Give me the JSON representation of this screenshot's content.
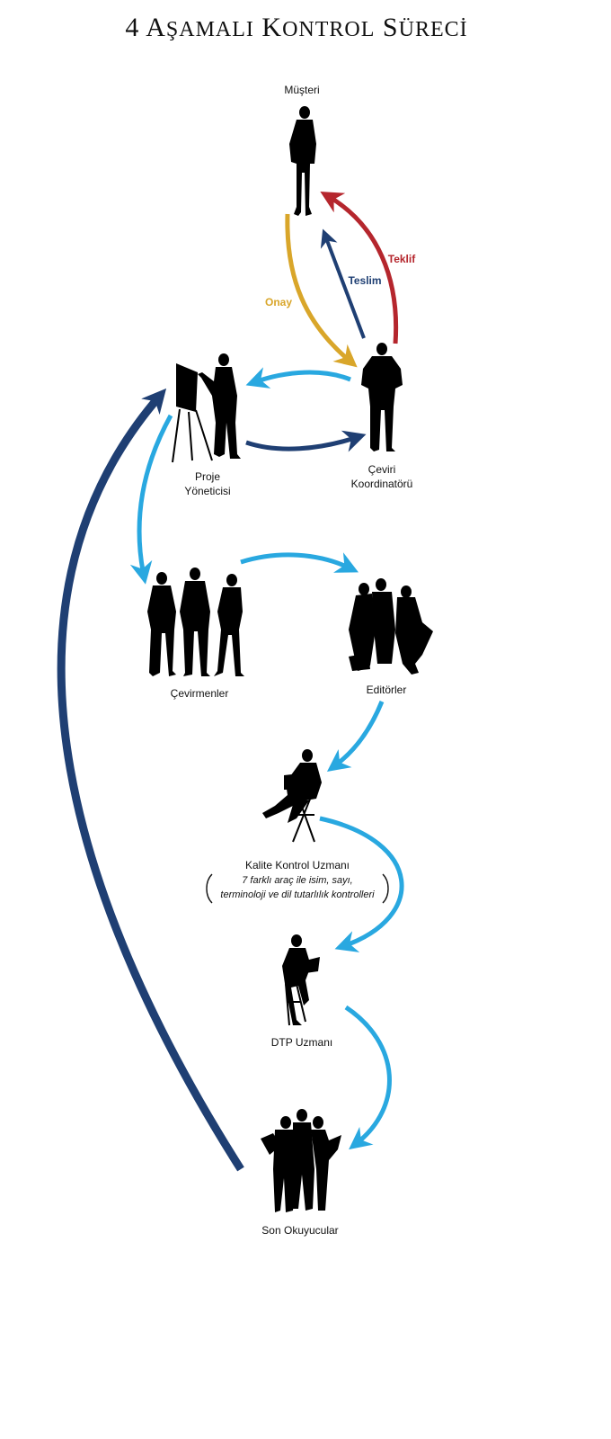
{
  "title": {
    "lead": "4 A",
    "rest1": "ŞAMALI",
    "k": " K",
    "rest2": "ONTROL",
    "s": " S",
    "rest3": "ÜRECİ"
  },
  "nodes": {
    "musteri": "Müşteri",
    "proje_line1": "Proje",
    "proje_line2": "Yöneticisi",
    "koordinator_line1": "Çeviri",
    "koordinator_line2": "Koordinatörü",
    "cevirmenler": "Çevirmenler",
    "editorler": "Editörler",
    "kalite": "Kalite Kontrol Uzmanı",
    "kalite_note1": "7 farklı araç ile isim, sayı,",
    "kalite_note2": "terminoloji ve dil tutarlılık kontrolleri",
    "dtp": "DTP Uzmanı",
    "son": "Son Okuyucular"
  },
  "arrows": {
    "teklif": "Teklif",
    "teslim": "Teslim",
    "onay": "Onay"
  },
  "colors": {
    "light_blue": "#29a8e0",
    "dark_blue": "#1f3f73",
    "red": "#b5262d",
    "gold": "#d9a62a"
  }
}
